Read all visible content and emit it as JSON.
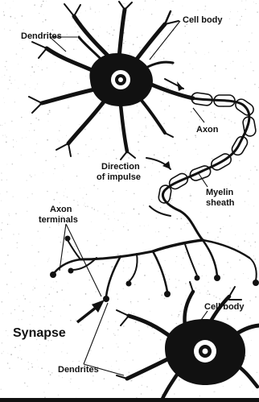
{
  "labels": {
    "dendrites_top": "Dendrites",
    "cell_body_top": "Cell body",
    "axon": "Axon",
    "direction_line1": "Direction",
    "direction_line2": "of impulse",
    "myelin_line1": "Myelin",
    "myelin_line2": "sheath",
    "axon_terminals_line1": "Axon",
    "axon_terminals_line2": "terminals",
    "cell_body_bottom": "Cell body",
    "synapse": "Synapse",
    "dendrites_bottom": "Dendrites"
  },
  "colors": {
    "ink": "#111111",
    "paper": "#ffffff",
    "speckle": "#9a9a9a"
  }
}
